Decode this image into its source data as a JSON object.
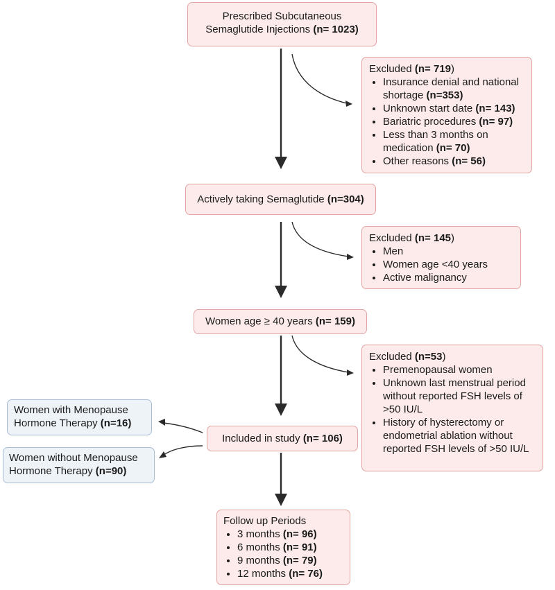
{
  "prescribed": {
    "label": "Prescribed Subcutaneous Semaglutide Injections",
    "count": "(n= 1023)"
  },
  "excluded1": {
    "label": "Excluded",
    "count": "(n= 719",
    "close": ")",
    "items": [
      {
        "text": "Insurance denial and national shortage",
        "count": "(n=353)"
      },
      {
        "text": "Unknown start date",
        "count": "(n= 143)"
      },
      {
        "text": "Bariatric procedures",
        "count": "(n= 97)"
      },
      {
        "text": "Less than 3 months on medication",
        "count": "(n= 70)"
      },
      {
        "text": "Other reasons",
        "count": "(n= 56)"
      }
    ]
  },
  "active": {
    "label": "Actively taking Semaglutide",
    "count": "(n=304)"
  },
  "excluded2": {
    "label": "Excluded",
    "count": "(n= 145",
    "close": ")",
    "items": [
      {
        "text": "Men"
      },
      {
        "text": "Women age <40 years"
      },
      {
        "text": "Active malignancy"
      }
    ]
  },
  "women40": {
    "label": "Women age ≥ 40 years",
    "count": "(n= 159)"
  },
  "excluded3": {
    "label": "Excluded",
    "count": "(n=53",
    "close": ")",
    "items": [
      {
        "text": "Premenopausal women"
      },
      {
        "text": "Unknown last menstrual period without reported FSH levels of >50 IU/L"
      },
      {
        "text": "History of hysterectomy or endometrial ablation without reported FSH levels of >50 IU/L"
      }
    ]
  },
  "mht": {
    "label": "Women with Menopause Hormone Therapy",
    "count": "(n=16)"
  },
  "nomht": {
    "label": "Women without Menopause Hormone Therapy",
    "count": "(n=90)"
  },
  "included": {
    "label": "Included in study",
    "count": "(n= 106)"
  },
  "followup": {
    "label": "Follow up Periods",
    "items": [
      {
        "text": "3 months",
        "count": "(n= 96)"
      },
      {
        "text": "6 months",
        "count": "(n= 91)"
      },
      {
        "text": "9 months",
        "count": "(n= 79)"
      },
      {
        "text": "12 months",
        "count": "(n= 76)"
      }
    ]
  },
  "colors": {
    "pink_border": "#e3a4a4",
    "pink_fill": "#fcebea",
    "blue_border": "#a9bcd3",
    "blue_fill": "#eef3f8",
    "arrow": "#2b2b2b"
  }
}
